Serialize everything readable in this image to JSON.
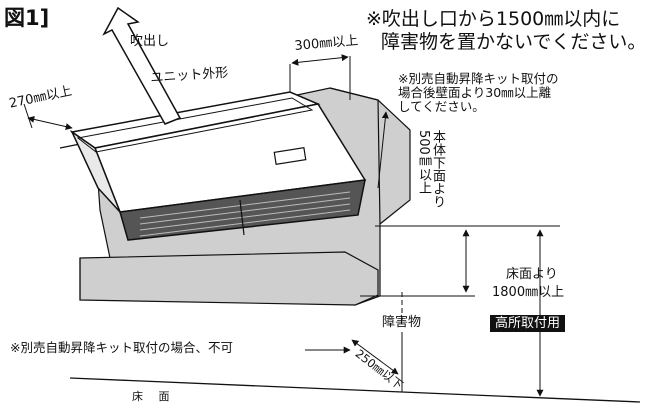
{
  "figure_label": "図1]",
  "notes": {
    "blowout_clearance_line1": "※吹出し口から1500㎜以内に",
    "blowout_clearance_line2": "障害物を置かないでください。",
    "lift_kit_back_wall": "※別売自動昇降キット取付の\n場合後壁面より30㎜以上離\nしてください。",
    "lift_kit_not_allowed": "※別売自動昇降キット取付の場合、不可"
  },
  "labels": {
    "blowout": "吹出し",
    "unit_outline": "ユニット外形",
    "obstacle": "障害物",
    "floor": "床 面",
    "high_mount_badge": "高所取付用"
  },
  "dimensions": {
    "top_clearance": "300㎜以上",
    "left_clearance": "270㎜以上",
    "below_body": "本体下面より\n500㎜以上",
    "floor_height_line1": "床面より",
    "floor_height_line2": "1800㎜以上",
    "obstacle_distance": "250㎜以下"
  },
  "colors": {
    "wall_shade": "#cfcfcf",
    "unit_panel": "#ffffff",
    "line": "#111111"
  }
}
